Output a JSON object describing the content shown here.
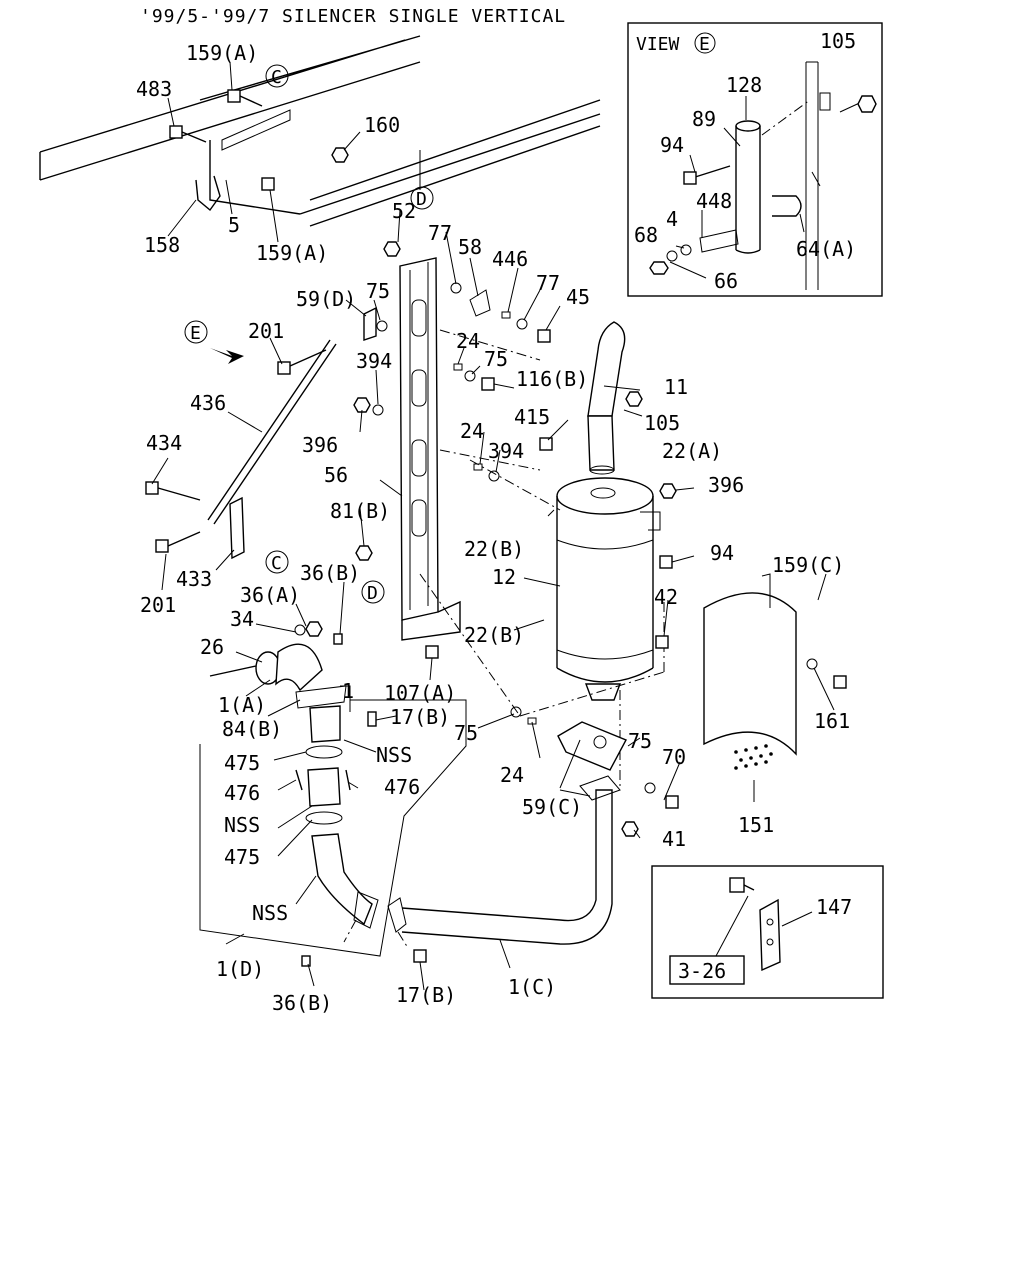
{
  "title": "'99/5-'99/7 SILENCER SINGLE VERTICAL",
  "view_box": {
    "heading": "VIEW",
    "view_letter": "E",
    "labels": {
      "l105": "105",
      "l128": "128",
      "l89": "89",
      "l94": "94",
      "l448": "448",
      "l68": "68",
      "l4": "4",
      "l66": "66",
      "l64A": "64(A)"
    }
  },
  "ref_box": {
    "ref_label": "3-26",
    "part_label": "147"
  },
  "callouts": {
    "C1": "C",
    "C2": "C",
    "D1": "D",
    "D2": "D",
    "E1": "E"
  },
  "labels": {
    "l159A_top": "159(A)",
    "l483": "483",
    "l160": "160",
    "l158": "158",
    "l5": "5",
    "l159A_bot": "159(A)",
    "l52": "52",
    "l77a": "77",
    "l58": "58",
    "l446": "446",
    "l77b": "77",
    "l45": "45",
    "l59D": "59(D)",
    "l75a": "75",
    "l201a": "201",
    "l24a": "24",
    "l75b": "75",
    "l116B": "116(B)",
    "l394a": "394",
    "l11": "11",
    "l436": "436",
    "l415": "415",
    "l105": "105",
    "l396a": "396",
    "l24b": "24",
    "l394b": "394",
    "l22A": "22(A)",
    "l434": "434",
    "l56": "56",
    "l396b": "396",
    "l81B": "81(B)",
    "l22Ba": "22(B)",
    "l94": "94",
    "l12": "12",
    "l201b": "201",
    "l433": "433",
    "l36Ba": "36(B)",
    "l159C": "159(C)",
    "l36A": "36(A)",
    "l34": "34",
    "l42": "42",
    "l22Bb": "22(B)",
    "l26": "26",
    "l1A": "1(A)",
    "l107A": "107(A)",
    "l1": "1",
    "l84B": "84(B)",
    "l17Ba": "17(B)",
    "l161": "161",
    "l475a": "475",
    "lNSSa": "NSS",
    "l75c": "75",
    "l476a": "476",
    "l476b": "476",
    "l75d": "75",
    "l24c": "24",
    "l70": "70",
    "lNSSb": "NSS",
    "l59C": "59(C)",
    "l151": "151",
    "l475b": "475",
    "l41": "41",
    "lNSSc": "NSS",
    "l1D": "1(D)",
    "l36Bb": "36(B)",
    "l17Bb": "17(B)",
    "l1C": "1(C)"
  }
}
